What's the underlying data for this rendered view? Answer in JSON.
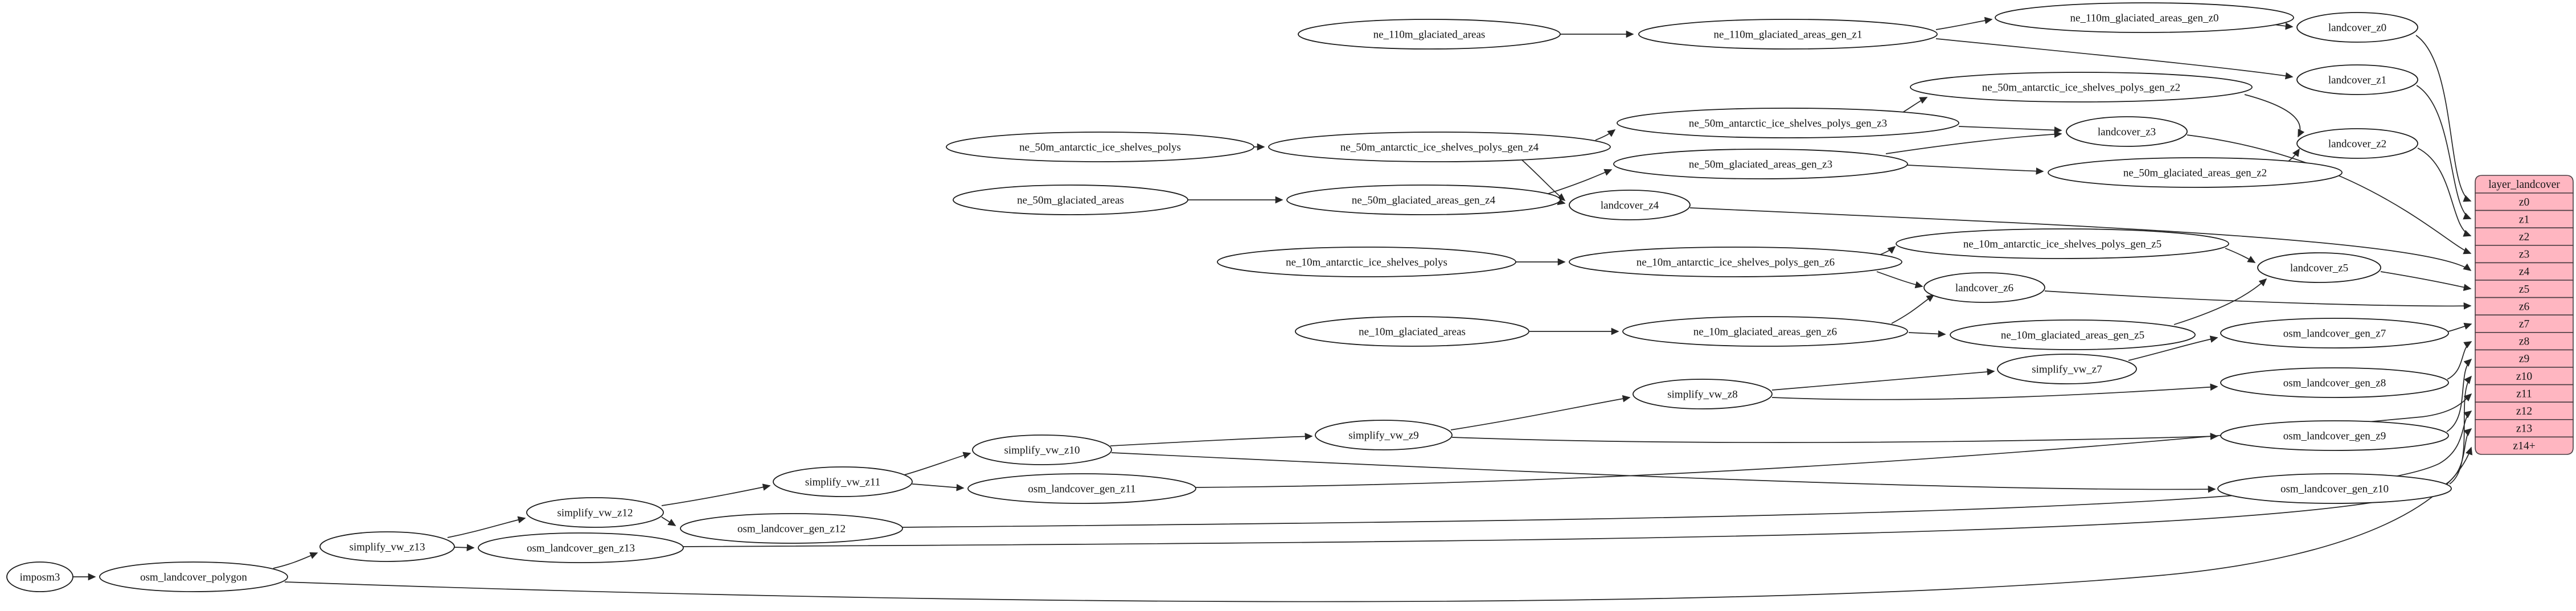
{
  "diagram": {
    "background_color": "#ffffff",
    "edge_color": "#262626",
    "node_fill": "#ffffff",
    "node_stroke": "#1c1c1c",
    "nodes": [
      {
        "id": "ne_110m_glaciated_areas",
        "label": "ne_110m_glaciated_areas"
      },
      {
        "id": "ne_110m_glaciated_areas_gen_z1",
        "label": "ne_110m_glaciated_areas_gen_z1"
      },
      {
        "id": "ne_110m_glaciated_areas_gen_z0",
        "label": "ne_110m_glaciated_areas_gen_z0"
      },
      {
        "id": "landcover_z0",
        "label": "landcover_z0"
      },
      {
        "id": "landcover_z1",
        "label": "landcover_z1"
      },
      {
        "id": "ne_50m_antarctic_ice_shelves_polys",
        "label": "ne_50m_antarctic_ice_shelves_polys"
      },
      {
        "id": "ne_50m_antarctic_ice_shelves_polys_gen_z4",
        "label": "ne_50m_antarctic_ice_shelves_polys_gen_z4"
      },
      {
        "id": "ne_50m_antarctic_ice_shelves_polys_gen_z3",
        "label": "ne_50m_antarctic_ice_shelves_polys_gen_z3"
      },
      {
        "id": "ne_50m_antarctic_ice_shelves_polys_gen_z2",
        "label": "ne_50m_antarctic_ice_shelves_polys_gen_z2"
      },
      {
        "id": "landcover_z3",
        "label": "landcover_z3"
      },
      {
        "id": "landcover_z2",
        "label": "landcover_z2"
      },
      {
        "id": "ne_50m_glaciated_areas",
        "label": "ne_50m_glaciated_areas"
      },
      {
        "id": "ne_50m_glaciated_areas_gen_z4",
        "label": "ne_50m_glaciated_areas_gen_z4"
      },
      {
        "id": "ne_50m_glaciated_areas_gen_z3",
        "label": "ne_50m_glaciated_areas_gen_z3"
      },
      {
        "id": "ne_50m_glaciated_areas_gen_z2",
        "label": "ne_50m_glaciated_areas_gen_z2"
      },
      {
        "id": "landcover_z4",
        "label": "landcover_z4"
      },
      {
        "id": "ne_10m_antarctic_ice_shelves_polys",
        "label": "ne_10m_antarctic_ice_shelves_polys"
      },
      {
        "id": "ne_10m_antarctic_ice_shelves_polys_gen_z6",
        "label": "ne_10m_antarctic_ice_shelves_polys_gen_z6"
      },
      {
        "id": "ne_10m_antarctic_ice_shelves_polys_gen_z5",
        "label": "ne_10m_antarctic_ice_shelves_polys_gen_z5"
      },
      {
        "id": "landcover_z5",
        "label": "landcover_z5"
      },
      {
        "id": "landcover_z6",
        "label": "landcover_z6"
      },
      {
        "id": "ne_10m_glaciated_areas",
        "label": "ne_10m_glaciated_areas"
      },
      {
        "id": "ne_10m_glaciated_areas_gen_z6",
        "label": "ne_10m_glaciated_areas_gen_z6"
      },
      {
        "id": "ne_10m_glaciated_areas_gen_z5",
        "label": "ne_10m_glaciated_areas_gen_z5"
      },
      {
        "id": "osm_landcover_gen_z7",
        "label": "osm_landcover_gen_z7"
      },
      {
        "id": "osm_landcover_gen_z8",
        "label": "osm_landcover_gen_z8"
      },
      {
        "id": "osm_landcover_gen_z9",
        "label": "osm_landcover_gen_z9"
      },
      {
        "id": "osm_landcover_gen_z10",
        "label": "osm_landcover_gen_z10"
      },
      {
        "id": "simplify_vw_z7",
        "label": "simplify_vw_z7"
      },
      {
        "id": "simplify_vw_z8",
        "label": "simplify_vw_z8"
      },
      {
        "id": "simplify_vw_z9",
        "label": "simplify_vw_z9"
      },
      {
        "id": "simplify_vw_z10",
        "label": "simplify_vw_z10"
      },
      {
        "id": "simplify_vw_z11",
        "label": "simplify_vw_z11"
      },
      {
        "id": "osm_landcover_gen_z11",
        "label": "osm_landcover_gen_z11"
      },
      {
        "id": "simplify_vw_z12",
        "label": "simplify_vw_z12"
      },
      {
        "id": "osm_landcover_gen_z12",
        "label": "osm_landcover_gen_z12"
      },
      {
        "id": "simplify_vw_z13",
        "label": "simplify_vw_z13"
      },
      {
        "id": "osm_landcover_gen_z13",
        "label": "osm_landcover_gen_z13"
      },
      {
        "id": "osm_landcover_polygon",
        "label": "osm_landcover_polygon"
      },
      {
        "id": "imposm3",
        "label": "imposm3"
      }
    ],
    "edges": [
      {
        "from": "ne_110m_glaciated_areas",
        "to": "ne_110m_glaciated_areas_gen_z1"
      },
      {
        "from": "ne_110m_glaciated_areas_gen_z1",
        "to": "ne_110m_glaciated_areas_gen_z0"
      },
      {
        "from": "ne_110m_glaciated_areas_gen_z1",
        "to": "landcover_z1"
      },
      {
        "from": "ne_110m_glaciated_areas_gen_z0",
        "to": "landcover_z0"
      },
      {
        "from": "landcover_z0",
        "to": "row:z0"
      },
      {
        "from": "landcover_z1",
        "to": "row:z1"
      },
      {
        "from": "ne_50m_antarctic_ice_shelves_polys",
        "to": "ne_50m_antarctic_ice_shelves_polys_gen_z4"
      },
      {
        "from": "ne_50m_antarctic_ice_shelves_polys_gen_z4",
        "to": "ne_50m_antarctic_ice_shelves_polys_gen_z3"
      },
      {
        "from": "ne_50m_antarctic_ice_shelves_polys_gen_z4",
        "to": "landcover_z4"
      },
      {
        "from": "ne_50m_antarctic_ice_shelves_polys_gen_z3",
        "to": "ne_50m_antarctic_ice_shelves_polys_gen_z2"
      },
      {
        "from": "ne_50m_antarctic_ice_shelves_polys_gen_z3",
        "to": "landcover_z3"
      },
      {
        "from": "ne_50m_antarctic_ice_shelves_polys_gen_z2",
        "to": "landcover_z2"
      },
      {
        "from": "ne_50m_glaciated_areas",
        "to": "ne_50m_glaciated_areas_gen_z4"
      },
      {
        "from": "ne_50m_glaciated_areas_gen_z4",
        "to": "ne_50m_glaciated_areas_gen_z3"
      },
      {
        "from": "ne_50m_glaciated_areas_gen_z4",
        "to": "landcover_z4"
      },
      {
        "from": "ne_50m_glaciated_areas_gen_z3",
        "to": "ne_50m_glaciated_areas_gen_z2"
      },
      {
        "from": "ne_50m_glaciated_areas_gen_z3",
        "to": "landcover_z3"
      },
      {
        "from": "ne_50m_glaciated_areas_gen_z2",
        "to": "landcover_z2"
      },
      {
        "from": "landcover_z2",
        "to": "row:z2"
      },
      {
        "from": "landcover_z3",
        "to": "row:z3"
      },
      {
        "from": "landcover_z4",
        "to": "row:z4"
      },
      {
        "from": "ne_10m_antarctic_ice_shelves_polys",
        "to": "ne_10m_antarctic_ice_shelves_polys_gen_z6"
      },
      {
        "from": "ne_10m_antarctic_ice_shelves_polys_gen_z6",
        "to": "ne_10m_antarctic_ice_shelves_polys_gen_z5"
      },
      {
        "from": "ne_10m_antarctic_ice_shelves_polys_gen_z6",
        "to": "landcover_z6"
      },
      {
        "from": "ne_10m_antarctic_ice_shelves_polys_gen_z5",
        "to": "landcover_z5"
      },
      {
        "from": "ne_10m_glaciated_areas",
        "to": "ne_10m_glaciated_areas_gen_z6"
      },
      {
        "from": "ne_10m_glaciated_areas_gen_z6",
        "to": "ne_10m_glaciated_areas_gen_z5"
      },
      {
        "from": "ne_10m_glaciated_areas_gen_z6",
        "to": "landcover_z6"
      },
      {
        "from": "ne_10m_glaciated_areas_gen_z5",
        "to": "landcover_z5"
      },
      {
        "from": "landcover_z5",
        "to": "row:z5"
      },
      {
        "from": "landcover_z6",
        "to": "row:z6"
      },
      {
        "from": "imposm3",
        "to": "osm_landcover_polygon"
      },
      {
        "from": "osm_landcover_polygon",
        "to": "simplify_vw_z13"
      },
      {
        "from": "osm_landcover_polygon",
        "to": "row:z14+"
      },
      {
        "from": "simplify_vw_z13",
        "to": "osm_landcover_gen_z13"
      },
      {
        "from": "simplify_vw_z13",
        "to": "simplify_vw_z12"
      },
      {
        "from": "osm_landcover_gen_z13",
        "to": "row:z13"
      },
      {
        "from": "simplify_vw_z12",
        "to": "osm_landcover_gen_z12"
      },
      {
        "from": "simplify_vw_z12",
        "to": "simplify_vw_z11"
      },
      {
        "from": "osm_landcover_gen_z12",
        "to": "row:z12"
      },
      {
        "from": "simplify_vw_z11",
        "to": "osm_landcover_gen_z11"
      },
      {
        "from": "simplify_vw_z11",
        "to": "simplify_vw_z10"
      },
      {
        "from": "osm_landcover_gen_z11",
        "to": "row:z11"
      },
      {
        "from": "simplify_vw_z10",
        "to": "osm_landcover_gen_z10"
      },
      {
        "from": "simplify_vw_z10",
        "to": "simplify_vw_z9"
      },
      {
        "from": "osm_landcover_gen_z10",
        "to": "row:z10"
      },
      {
        "from": "simplify_vw_z9",
        "to": "osm_landcover_gen_z9"
      },
      {
        "from": "simplify_vw_z9",
        "to": "simplify_vw_z8"
      },
      {
        "from": "osm_landcover_gen_z9",
        "to": "row:z9"
      },
      {
        "from": "simplify_vw_z8",
        "to": "osm_landcover_gen_z8"
      },
      {
        "from": "simplify_vw_z8",
        "to": "simplify_vw_z7"
      },
      {
        "from": "osm_landcover_gen_z8",
        "to": "row:z8"
      },
      {
        "from": "simplify_vw_z7",
        "to": "osm_landcover_gen_z7"
      },
      {
        "from": "osm_landcover_gen_z7",
        "to": "row:z7"
      }
    ],
    "table": {
      "title": "layer_landcover",
      "fill": "#ffb6c1",
      "stroke": "#4a3d42",
      "rows": [
        "z0",
        "z1",
        "z2",
        "z3",
        "z4",
        "z5",
        "z6",
        "z7",
        "z8",
        "z9",
        "z10",
        "z11",
        "z12",
        "z13",
        "z14+"
      ]
    }
  }
}
